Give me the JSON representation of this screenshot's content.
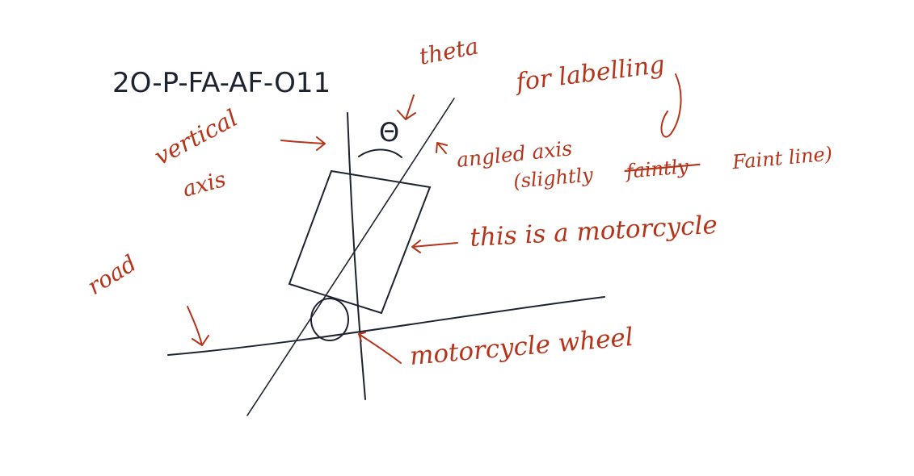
{
  "sketch": {
    "drawing_id": "2O-P-FA-AF-O11",
    "labels": {
      "theta_word": "theta",
      "theta_symbol": "Θ",
      "for_labelling": "for labelling",
      "vertical": "vertical",
      "axis": "axis",
      "angled_axis": "angled axis",
      "angled_axis_note_open": "(slightly",
      "angled_axis_note_struck": "faintly",
      "angled_axis_note_close": "Faint line)",
      "motorcycle_note": "this is a motorcycle",
      "road": "road",
      "wheel_note": "motorcycle wheel"
    }
  },
  "colors": {
    "pencil": "#1e2330",
    "annotation": "#b5341a",
    "paper": "#ffffff"
  }
}
